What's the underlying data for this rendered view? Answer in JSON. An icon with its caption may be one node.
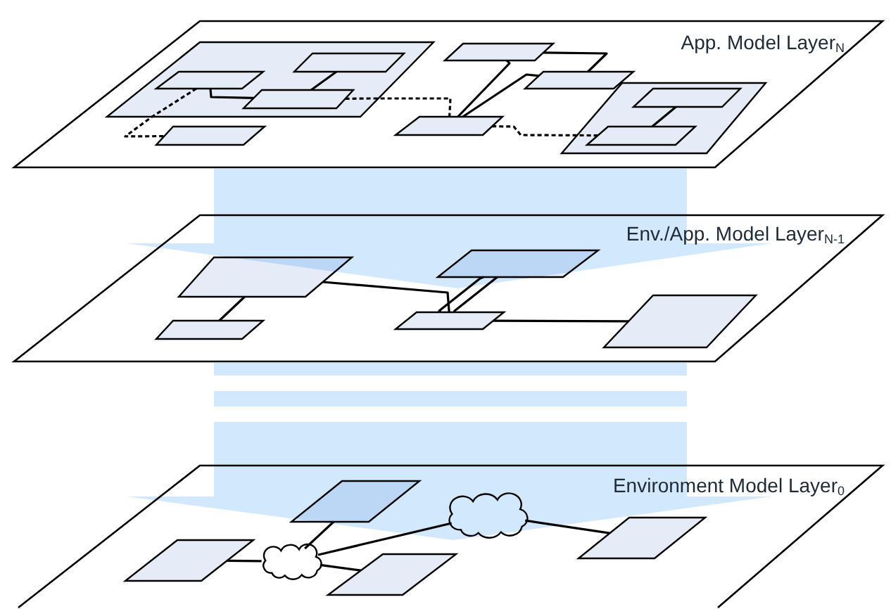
{
  "diagram": {
    "nodes": [
      {
        "text": [
          "App. Model Layer$_{N}$"
        ]
      },
      {
        "text": [],
        "shape": "box",
        "in": 0
      },
      {
        "text": [],
        "shape": "box",
        "in": 1
      },
      {
        "text": [],
        "shape": "box",
        "in": 1
      },
      {
        "text": [],
        "shape": "box",
        "in": 1
      },
      {
        "text": [],
        "shape": "box",
        "in": 0
      },
      {
        "text": [],
        "shape": "box",
        "in": 0
      },
      {
        "text": [],
        "shape": "box",
        "in": 0
      },
      {
        "text": [],
        "shape": "box",
        "in": 0
      },
      {
        "text": [],
        "shape": "box",
        "in": 0
      },
      {
        "text": [],
        "shape": "box",
        "in": 9
      },
      {
        "text": [],
        "shape": "box",
        "in": 9
      },
      {
        "text": [
          "Env./App. Model Layer$_{N-1}$"
        ]
      },
      {
        "text": [],
        "shape": "box",
        "in": 12
      },
      {
        "text": [],
        "shape": "box",
        "in": 12
      },
      {
        "text": [],
        "shape": "box",
        "in": 12
      },
      {
        "text": [],
        "shape": "box",
        "in": 12
      },
      {
        "text": [],
        "shape": "box",
        "in": 12
      },
      {
        "text": [
          "Environment Model Layer$_{0}$"
        ]
      },
      {
        "text": [],
        "shape": "box",
        "in": 18
      },
      {
        "text": [],
        "shape": "cloud",
        "in": 18
      },
      {
        "text": [],
        "shape": "box",
        "in": 18
      },
      {
        "text": [],
        "shape": "box",
        "in": 18
      },
      {
        "text": [],
        "shape": "cloud",
        "in": 18
      },
      {
        "text": [],
        "shape": "box",
        "in": 18
      }
    ],
    "edges": [
      {
        "from": 2,
        "to": 4,
        "arrow": "none"
      },
      {
        "from": 3,
        "to": 4,
        "arrow": "none"
      },
      {
        "from": 3,
        "to": 5,
        "arrow": "none",
        "style": "dashed"
      },
      {
        "from": 4,
        "to": 8,
        "arrow": "none",
        "style": "dashed"
      },
      {
        "from": 6,
        "to": 8,
        "arrow": "none"
      },
      {
        "from": 7,
        "to": 8,
        "arrow": "none"
      },
      {
        "from": 6,
        "to": 7,
        "arrow": "none"
      },
      {
        "from": 8,
        "to": 11,
        "arrow": "none",
        "style": "dashed"
      },
      {
        "from": 10,
        "to": 11,
        "arrow": "none"
      },
      {
        "from": 13,
        "to": 14,
        "arrow": "none"
      },
      {
        "from": 13,
        "to": 16,
        "arrow": "none"
      },
      {
        "from": 15,
        "to": 16,
        "arrow": "none"
      },
      {
        "from": 15,
        "to": 16,
        "arrow": "none"
      },
      {
        "from": 16,
        "to": 17,
        "arrow": "none"
      },
      {
        "from": 21,
        "to": 20,
        "arrow": "none"
      },
      {
        "from": 19,
        "to": 20,
        "arrow": "none"
      },
      {
        "from": 20,
        "to": 22,
        "arrow": "none"
      },
      {
        "from": 20,
        "to": 23,
        "arrow": "none"
      },
      {
        "from": 23,
        "to": 24,
        "arrow": "none"
      },
      {
        "from": 0,
        "to": 12,
        "arrow": "to",
        "style": "thick",
        "color": "#c2e0fc"
      },
      {
        "from": 12,
        "to": 18,
        "arrow": "to",
        "style": "thick",
        "color": "#c2e0fc"
      }
    ]
  }
}
